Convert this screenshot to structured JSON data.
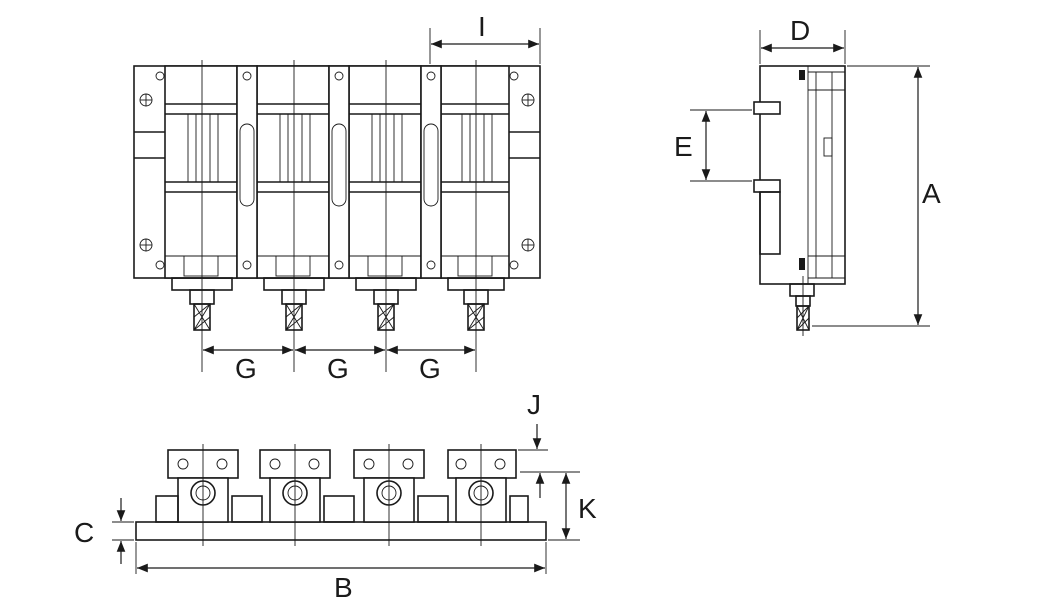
{
  "diagram": {
    "dimension_labels": {
      "A": "A",
      "B": "B",
      "C": "C",
      "D": "D",
      "E": "E",
      "G1": "G",
      "G2": "G",
      "G3": "G",
      "I": "I",
      "J": "J",
      "K": "K"
    },
    "colors": {
      "line": "#1a1a1a",
      "background": "#ffffff"
    },
    "modules": 4
  }
}
